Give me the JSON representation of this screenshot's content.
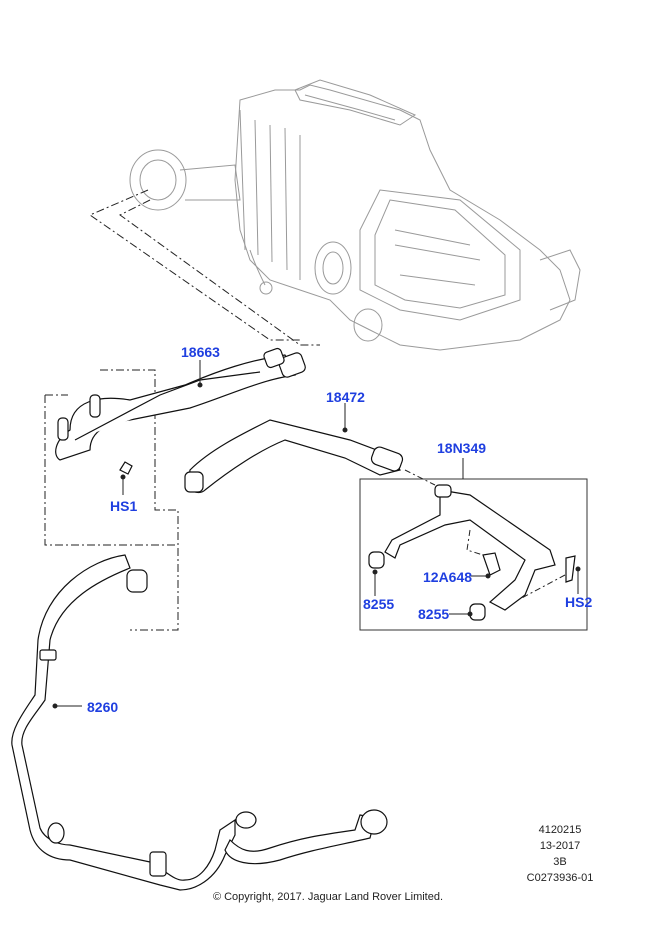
{
  "diagram": {
    "title": "Heater hoses and pipes assembly",
    "callouts": {
      "hose_upper": "18663",
      "hose_heater": "18472",
      "manifold_assy": "18N349",
      "bolt_left": "HS1",
      "sensor": "12A648",
      "seal_left": "8255",
      "seal_right": "8255",
      "bolt_right": "HS2",
      "hose_lower": "8260"
    },
    "meta": {
      "illustration_no": "4120215",
      "date": "13-2017",
      "section": "3B",
      "ref": "C0273936-01"
    },
    "copyright": "© Copyright, 2017. Jaguar Land Rover Limited."
  },
  "colors": {
    "callout": "#1f3fe0",
    "line": "#000000",
    "housing": "#9a9a9a"
  }
}
